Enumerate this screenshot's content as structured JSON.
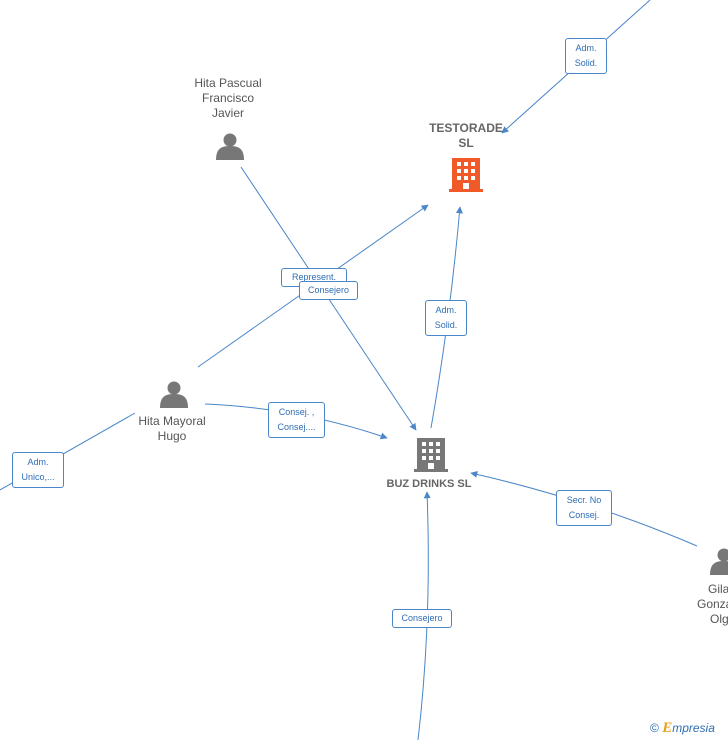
{
  "nodes": {
    "hita_pascual": {
      "lines": [
        "Hita Pascual",
        "Francisco",
        "Javier"
      ]
    },
    "testorade": {
      "lines": [
        "TESTORADE",
        "SL"
      ]
    },
    "hita_mayoral": {
      "lines": [
        "Hita Mayoral",
        "Hugo"
      ]
    },
    "buz_drinks": {
      "lines": [
        "BUZ DRINKS SL"
      ]
    },
    "gila": {
      "lines": [
        "Gila",
        "Gonza",
        "Olg"
      ]
    }
  },
  "edges": {
    "adm_solid_top": {
      "lines": [
        "Adm.",
        "Solid."
      ]
    },
    "represent": {
      "lines": [
        "Represent."
      ]
    },
    "consejero_top": {
      "lines": [
        "Consejero"
      ]
    },
    "adm_solid_mid": {
      "lines": [
        "Adm.",
        "Solid."
      ]
    },
    "consej_multi": {
      "lines": [
        "Consej. ,",
        "Consej...."
      ]
    },
    "adm_unico": {
      "lines": [
        "Adm.",
        "Unico,..."
      ]
    },
    "secr_no_consej": {
      "lines": [
        "Secr.  No",
        "Consej."
      ]
    },
    "consejero_bottom": {
      "lines": [
        "Consejero"
      ]
    }
  },
  "colors": {
    "edge": "#4a86c8",
    "company_main": "#f05a28",
    "company": "#777777",
    "person": "#777777"
  },
  "icons": {
    "person": "person-icon",
    "company": "building-icon"
  },
  "brand": {
    "copyright": "©",
    "e": "E",
    "rest": "mpresia"
  }
}
